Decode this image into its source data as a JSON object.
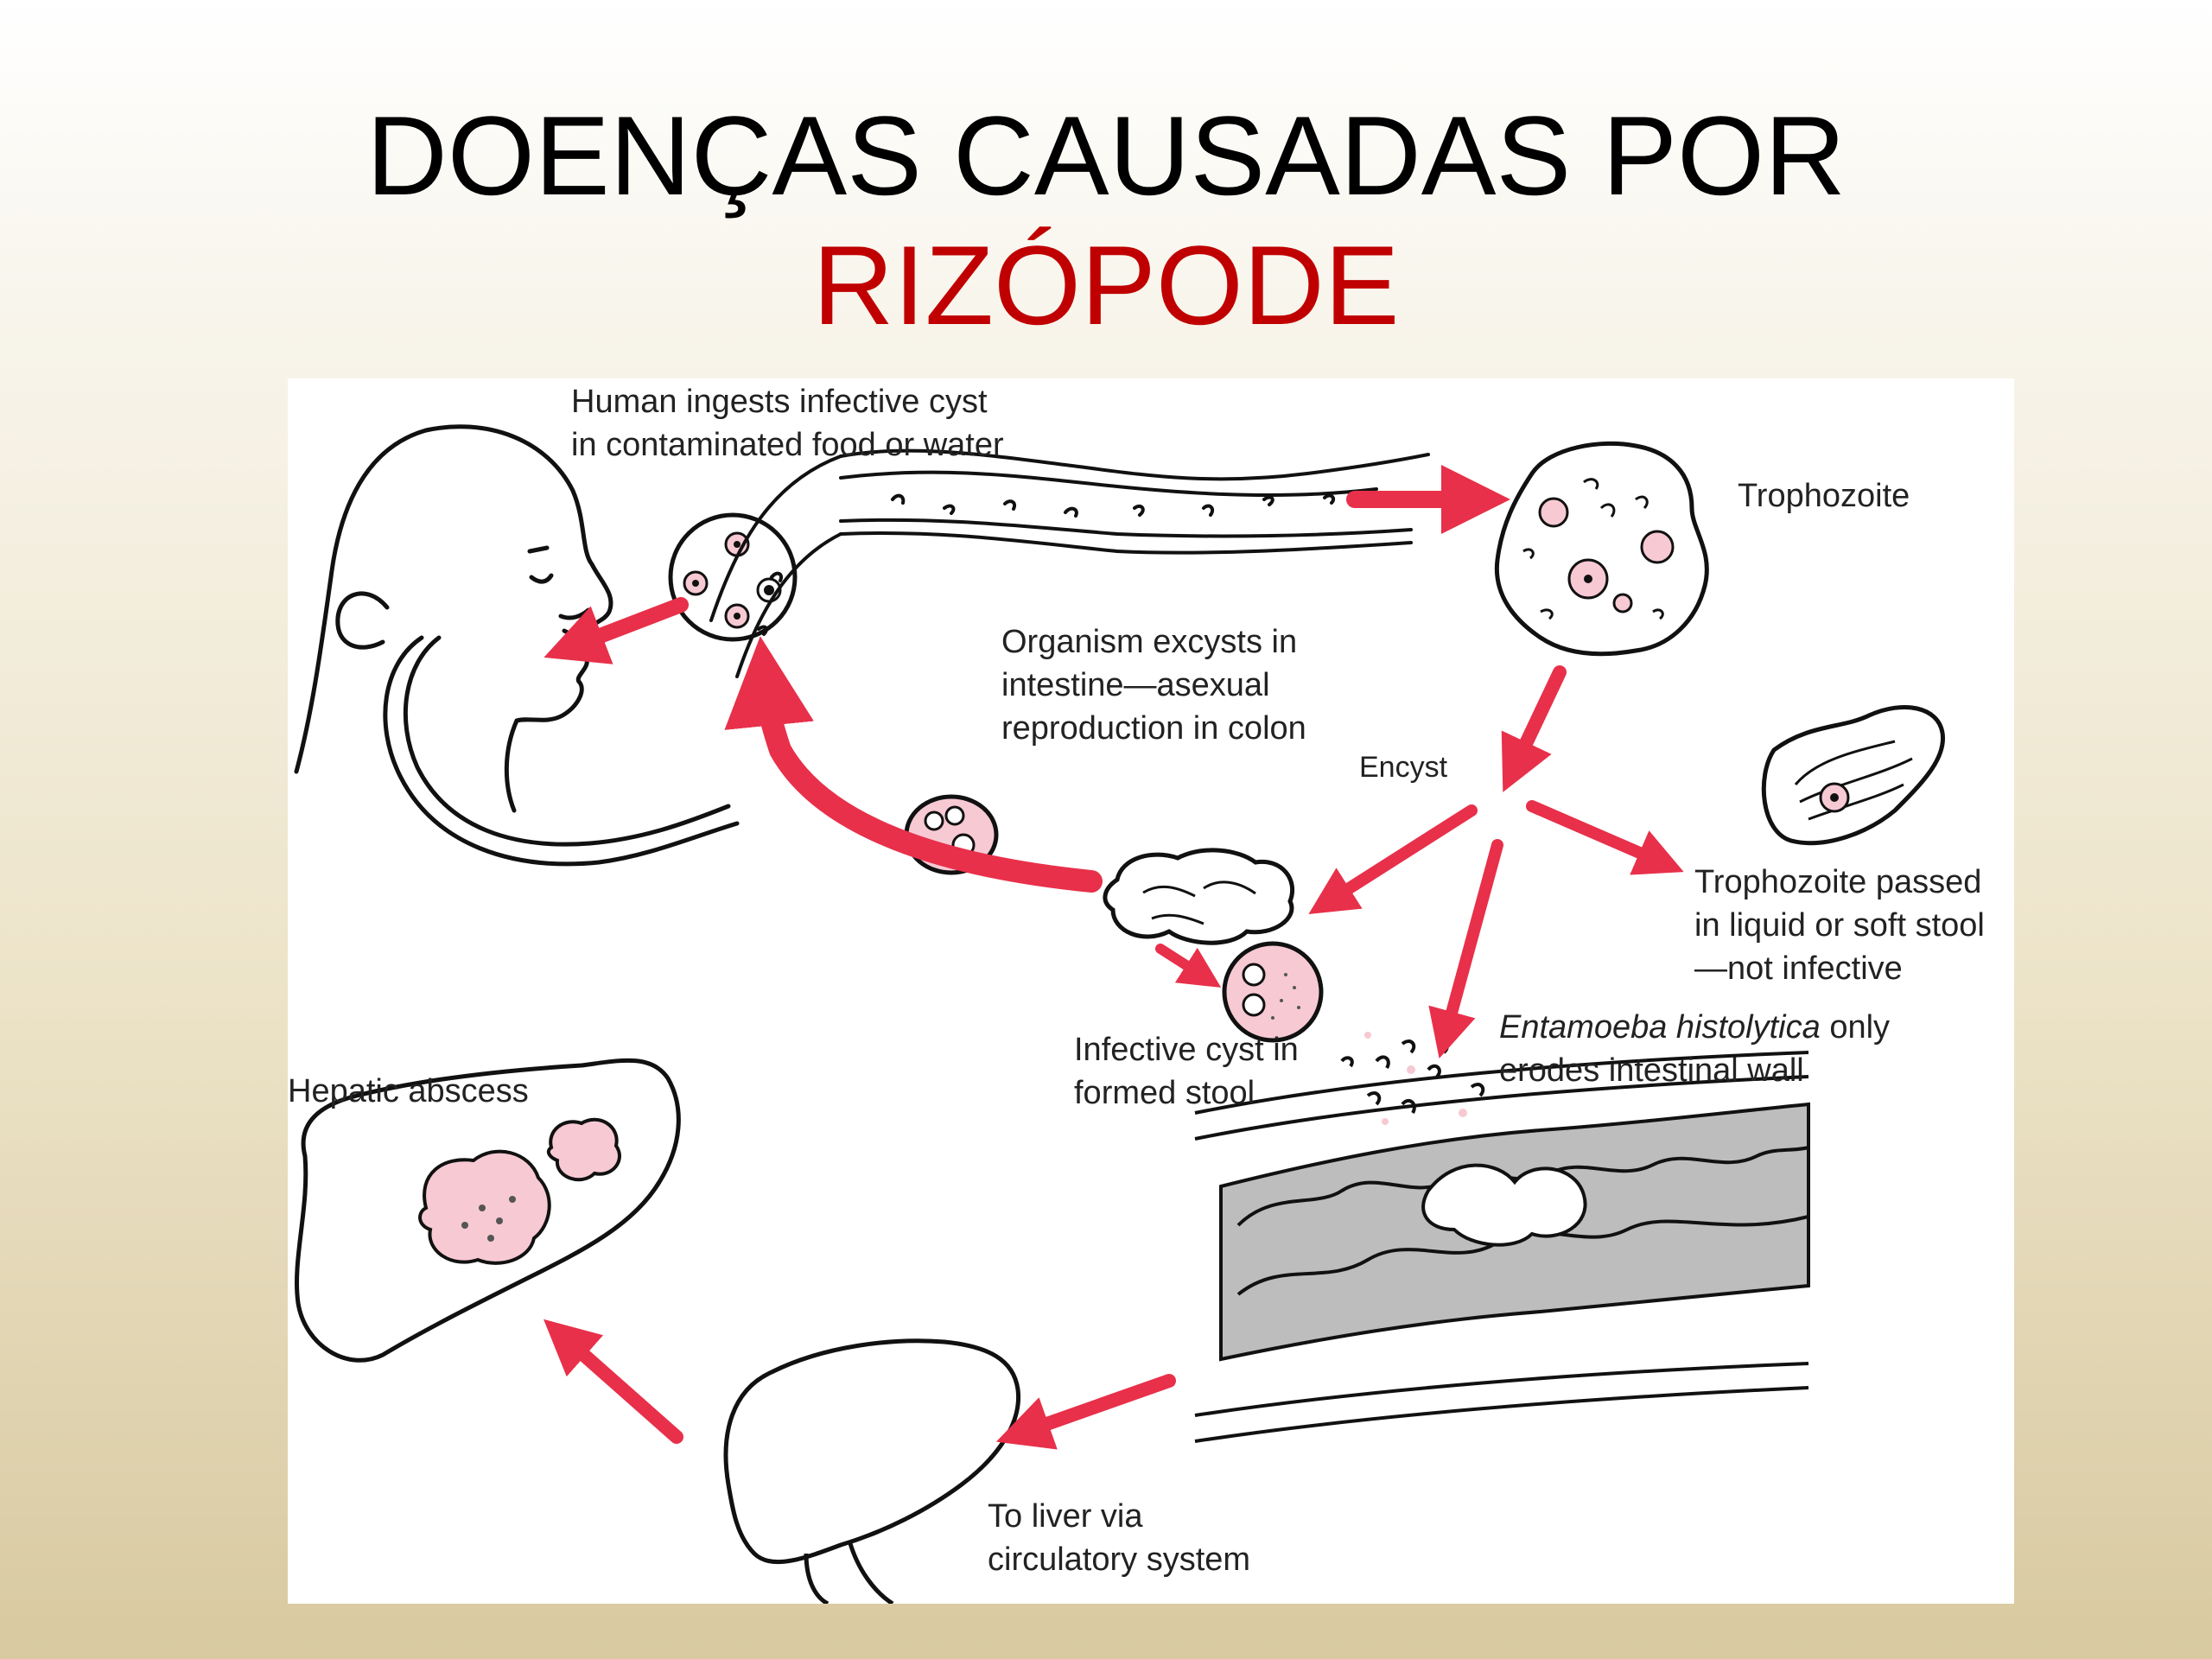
{
  "title": {
    "line1": "DOENÇAS CAUSADAS POR",
    "line2": "RIZÓPODE"
  },
  "colors": {
    "title_black": "#000000",
    "title_red": "#c00000",
    "arrow": "#e8304a",
    "cyst_fill": "#f7c9d3",
    "tissue_gray": "#bdbdbd"
  },
  "diagram": {
    "labels": {
      "human_ingests": [
        "Human ingests infective cyst",
        "in contaminated food or water"
      ],
      "organism_excysts": [
        "Organism excysts in",
        "intestine—asexual",
        "reproduction in colon"
      ],
      "trophozoite": "Trophozoite",
      "encyst": "Encyst",
      "trophozoite_passed": [
        "Trophozoite passed",
        "in liquid or soft stool",
        "—not infective"
      ],
      "entamoeba_italic": "Entamoeba histolytica",
      "entamoeba_rest": " only",
      "erodes": "erodes intestinal wall",
      "infective_cyst": [
        "Infective cyst in",
        "formed stool"
      ],
      "hepatic_abscess": "Hepatic abscess",
      "to_liver": [
        "To liver via",
        "circulatory system"
      ]
    }
  }
}
